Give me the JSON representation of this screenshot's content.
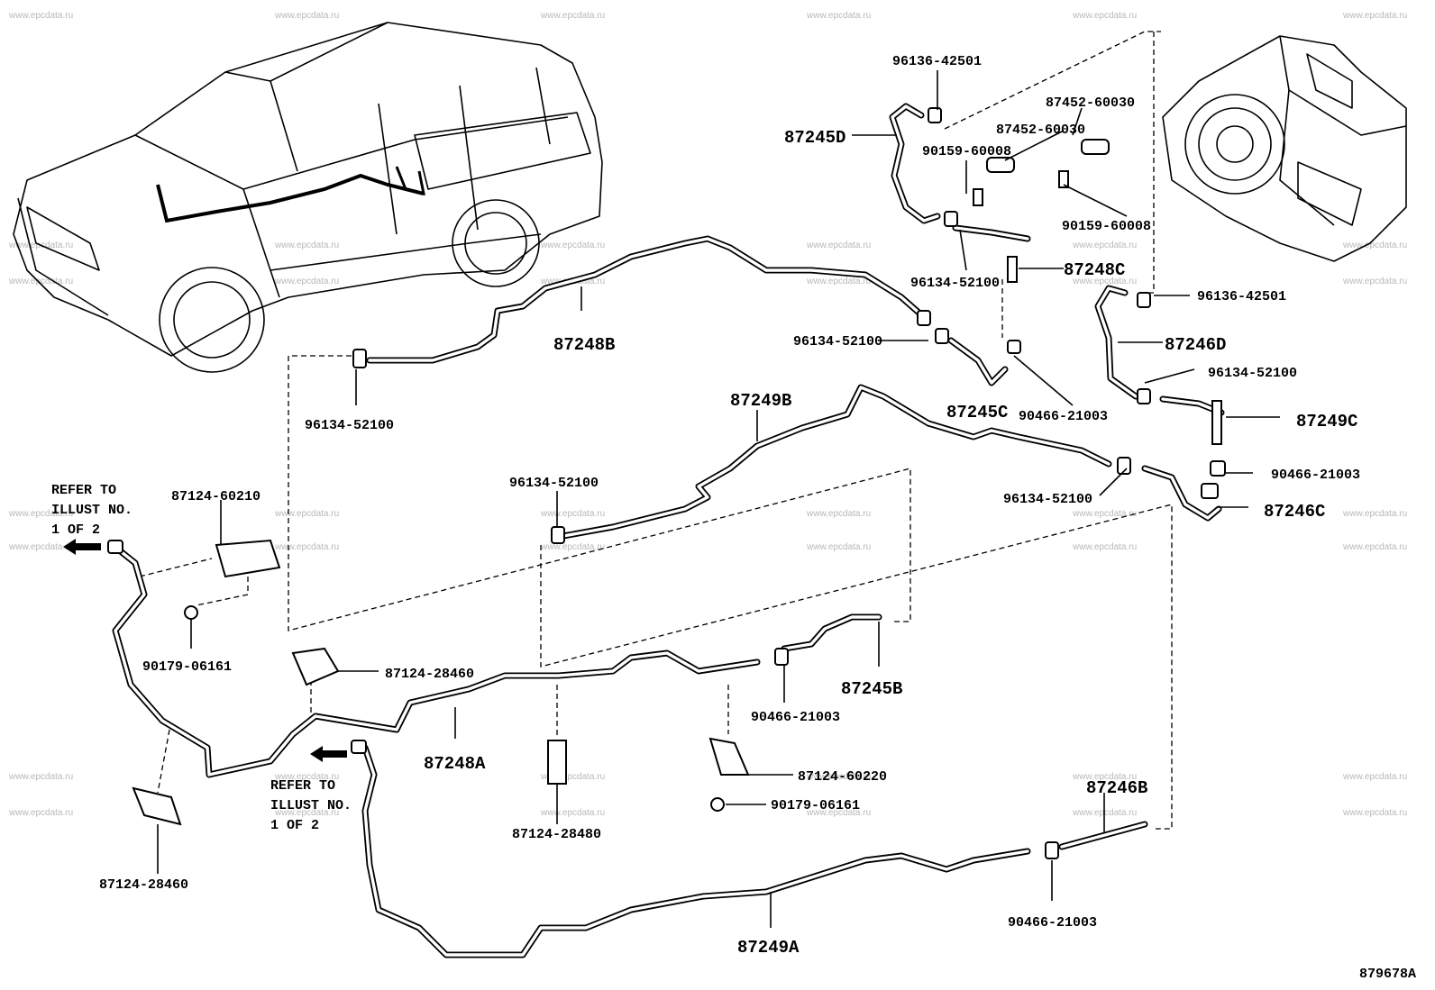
{
  "labels": {
    "p96136_42501_top": "96136-42501",
    "p87245D": "87245D",
    "p90159_60008_left": "90159-60008",
    "p87452_60030_a": "87452-60030",
    "p87452_60030_b": "87452-60030",
    "p90159_60008_right": "90159-60008",
    "p96134_52100_c": "96134-52100",
    "p87248C": "87248C",
    "p96136_42501_right": "96136-42501",
    "p87248B": "87248B",
    "p96134_52100_mid": "96134-52100",
    "p87246D": "87246D",
    "p96134_52100_left": "96134-52100",
    "p87245C": "87245C",
    "p90466_21003_top": "90466-21003",
    "p96134_52100_r": "96134-52100",
    "p87249C": "87249C",
    "p87249B": "87249B",
    "p96134_52100_b": "96134-52100",
    "p90466_21003_r": "90466-21003",
    "p96134_52100_rr": "96134-52100",
    "p87246C": "87246C",
    "p87124_60210": "87124-60210",
    "p90179_06161_l": "90179-06161",
    "p87124_28460_a": "87124-28460",
    "p87245B": "87245B",
    "p90466_21003_mid": "90466-21003",
    "p87248A": "87248A",
    "p87124_60220": "87124-60220",
    "p90179_06161_r": "90179-06161",
    "p87124_28480": "87124-28480",
    "p87124_28460_b": "87124-28460",
    "p87246B": "87246B",
    "p90466_21003_bot": "90466-21003",
    "p87249A": "87249A"
  },
  "notes": {
    "refer1": [
      "REFER TO",
      "ILLUST NO.",
      "1 OF 2"
    ],
    "refer2": [
      "REFER TO",
      "ILLUST NO.",
      "1 OF 2"
    ]
  },
  "figure_id": "879678A",
  "watermark": "www.epcdata.ru"
}
